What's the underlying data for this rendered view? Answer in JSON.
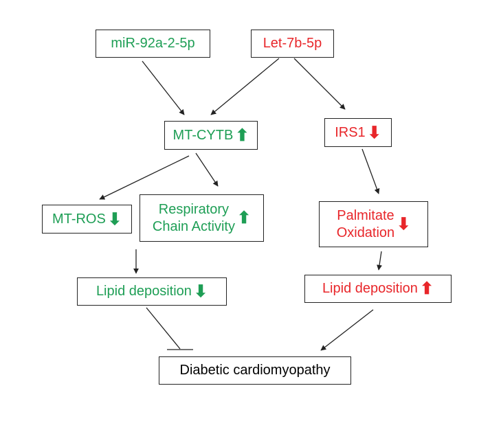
{
  "colors": {
    "green": "#1e9e55",
    "red": "#e8262a",
    "black": "#000000",
    "line": "#222222"
  },
  "nodes": {
    "mir92a": {
      "text": "miR-92a-2-5p"
    },
    "let7b": {
      "text": "Let-7b-5p"
    },
    "mtcytb": {
      "text": "MT-CYTB",
      "direction": "up"
    },
    "irs1": {
      "text": "IRS1",
      "direction": "down"
    },
    "mtros": {
      "text": "MT-ROS",
      "direction": "down"
    },
    "resp": {
      "line1": "Respiratory",
      "line2": "Chain Activity",
      "direction": "up"
    },
    "palm": {
      "line1": "Palmitate",
      "line2": "Oxidation",
      "direction": "down"
    },
    "lipid_l": {
      "text": "Lipid deposition",
      "direction": "down"
    },
    "lipid_r": {
      "text": "Lipid deposition",
      "direction": "up"
    },
    "dcm": {
      "text": "Diabetic cardiomyopathy"
    }
  },
  "glyphs": {
    "up": "⬆",
    "down": "⬇"
  }
}
